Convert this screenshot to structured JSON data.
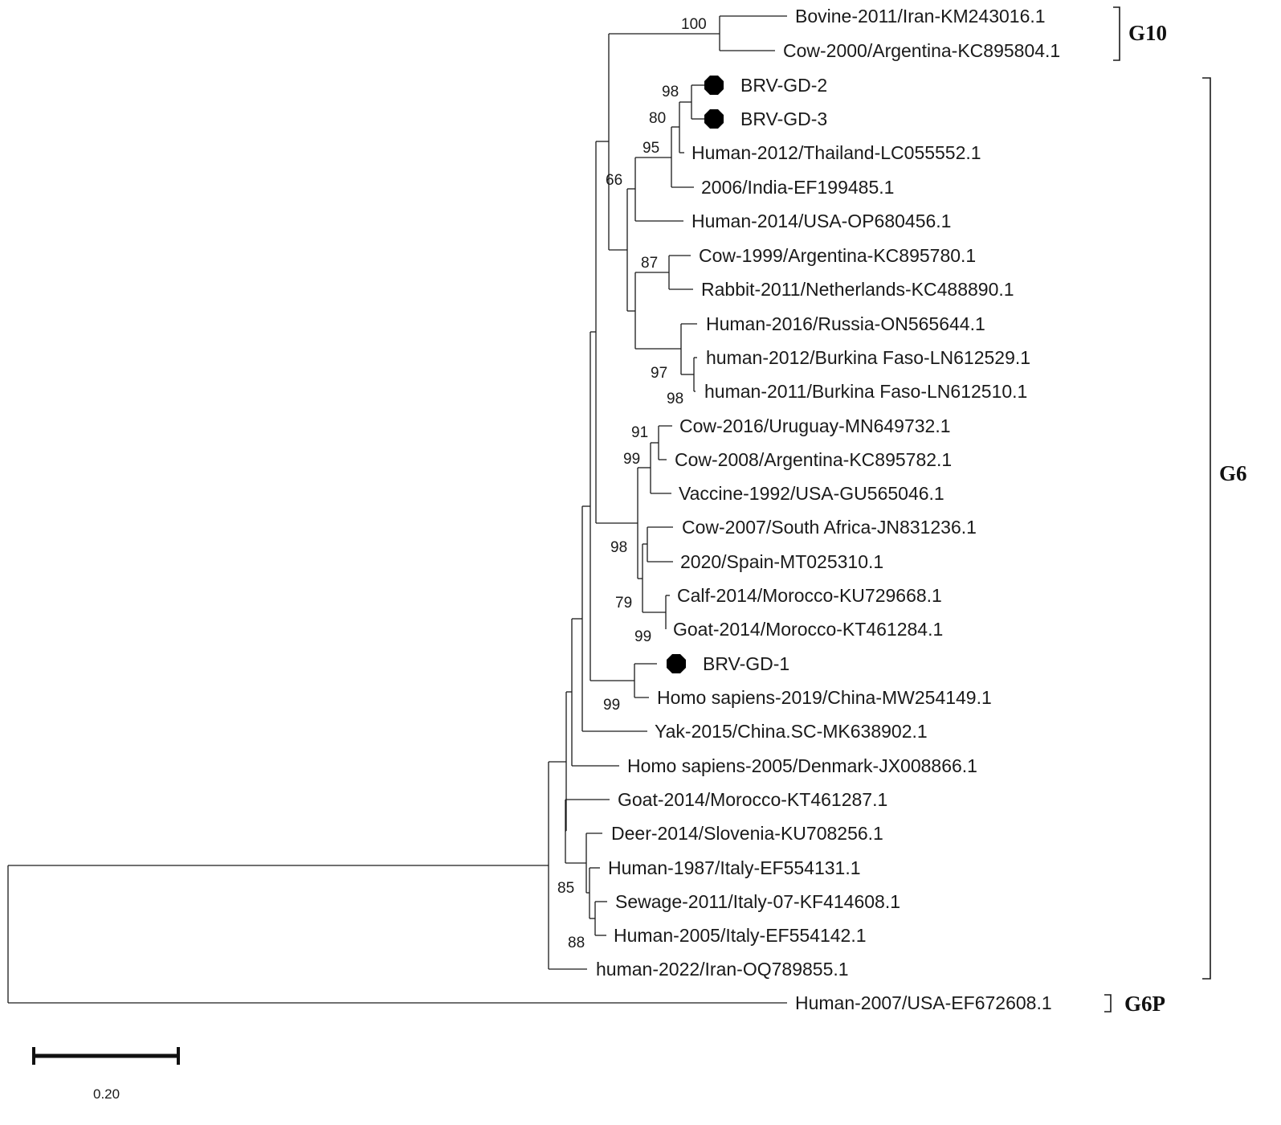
{
  "tree": {
    "leaves": [
      "Bovine-2011/Iran-KM243016.1",
      "Cow-2000/Argentina-KC895804.1",
      "BRV-GD-2",
      "BRV-GD-3",
      "Human-2012/Thailand-LC055552.1",
      "2006/India-EF199485.1",
      "Human-2014/USA-OP680456.1",
      "Cow-1999/Argentina-KC895780.1",
      "Rabbit-2011/Netherlands-KC488890.1",
      "Human-2016/Russia-ON565644.1",
      "human-2012/Burkina Faso-LN612529.1",
      "human-2011/Burkina Faso-LN612510.1",
      "Cow-2016/Uruguay-MN649732.1",
      "Cow-2008/Argentina-KC895782.1",
      "Vaccine-1992/USA-GU565046.1",
      "Cow-2007/South Africa-JN831236.1",
      "2020/Spain-MT025310.1",
      "Calf-2014/Morocco-KU729668.1",
      "Goat-2014/Morocco-KT461284.1",
      "BRV-GD-1",
      "Homo sapiens-2019/China-MW254149.1",
      "Yak-2015/China.SC-MK638902.1",
      "Homo sapiens-2005/Denmark-JX008866.1",
      "Goat-2014/Morocco-KT461287.1",
      "Deer-2014/Slovenia-KU708256.1",
      "Human-1987/Italy-EF554131.1",
      "Sewage-2011/Italy-07-KF414608.1",
      "Human-2005/Italy-EF554142.1",
      "human-2022/Iran-OQ789855.1",
      "Human-2007/USA-EF672608.1"
    ],
    "marked_leaves": [
      "BRV-GD-2",
      "BRV-GD-3",
      "BRV-GD-1"
    ],
    "bootstrap": [
      "100",
      "98",
      "80",
      "95",
      "66",
      "87",
      "97",
      "98",
      "91",
      "99",
      "98",
      "79",
      "99",
      "99",
      "85",
      "88"
    ],
    "groups": [
      "G10",
      "G6",
      "G6P"
    ],
    "scale_label": "0.20"
  }
}
